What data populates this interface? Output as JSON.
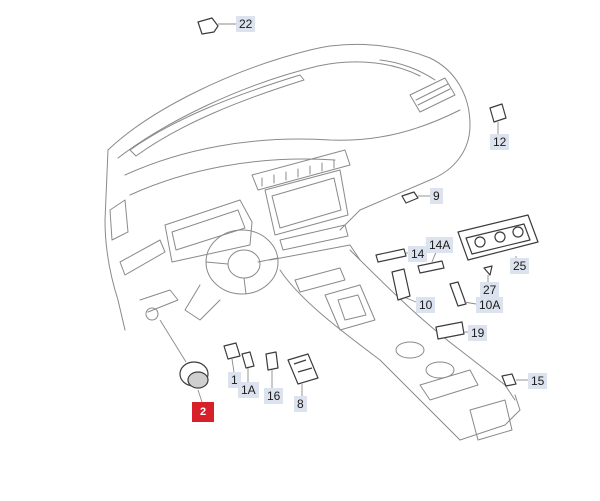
{
  "diagram": {
    "parts": [
      {
        "id": "p22",
        "label": "22"
      },
      {
        "id": "p12",
        "label": "12"
      },
      {
        "id": "p9",
        "label": "9"
      },
      {
        "id": "p14",
        "label": "14"
      },
      {
        "id": "p14a",
        "label": "14A"
      },
      {
        "id": "p25",
        "label": "25"
      },
      {
        "id": "p27",
        "label": "27"
      },
      {
        "id": "p10",
        "label": "10"
      },
      {
        "id": "p10a",
        "label": "10A"
      },
      {
        "id": "p19",
        "label": "19"
      },
      {
        "id": "p15",
        "label": "15"
      },
      {
        "id": "p1",
        "label": "1"
      },
      {
        "id": "p1a",
        "label": "1A"
      },
      {
        "id": "p16",
        "label": "16"
      },
      {
        "id": "p8",
        "label": "8"
      },
      {
        "id": "p2",
        "label": "2",
        "highlighted": true
      }
    ],
    "colors": {
      "line": "#8a8a8a",
      "part": "#3c3c3c",
      "label_bg": "#dde3ee",
      "highlight": "#d8202a"
    }
  }
}
